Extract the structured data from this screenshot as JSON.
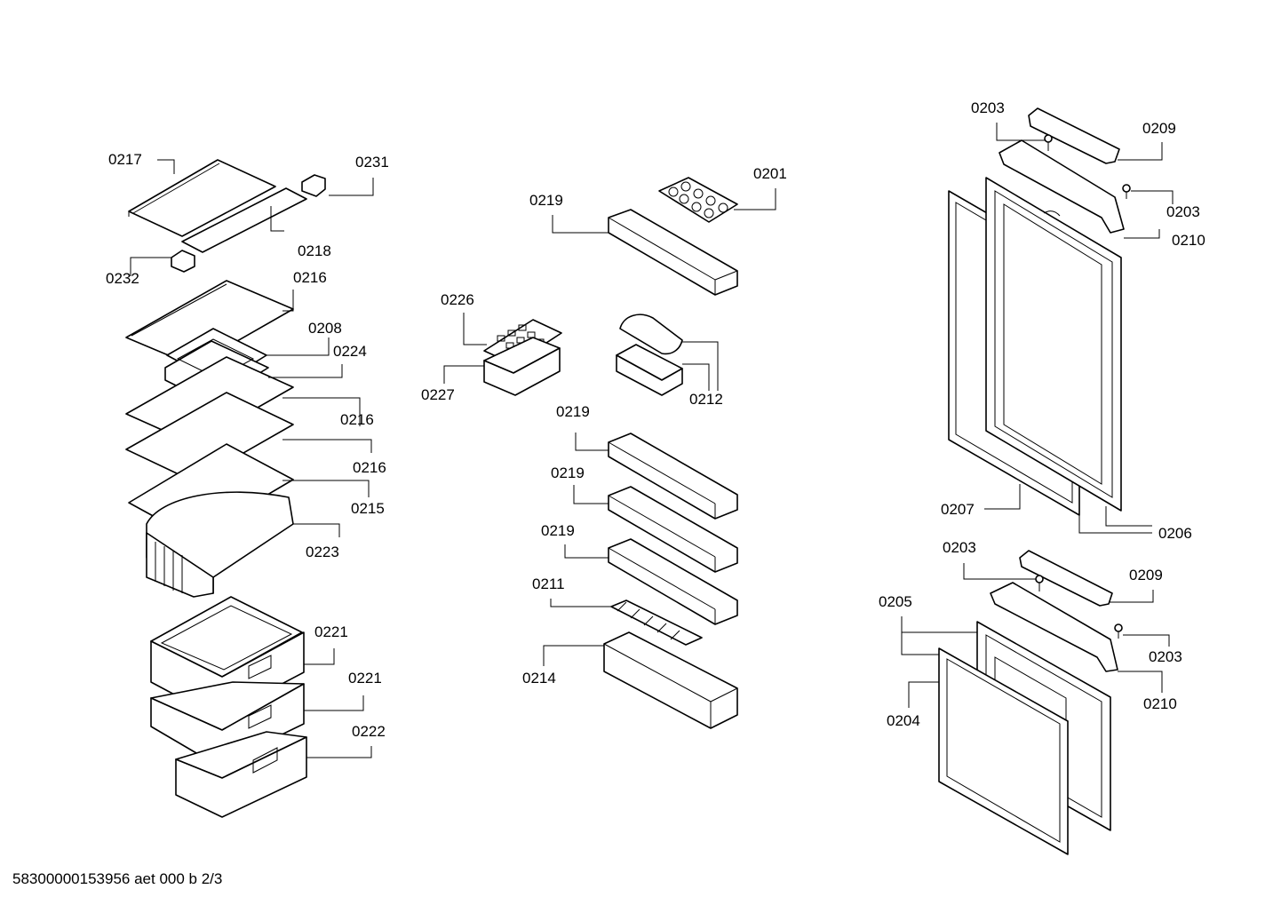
{
  "footer": {
    "text": "58300000153956 aet 000 b 2/3"
  },
  "labels": {
    "l0217": "0217",
    "l0231": "0231",
    "l0218": "0218",
    "l0232": "0232",
    "l0216a": "0216",
    "l0208": "0208",
    "l0224": "0224",
    "l0216b": "0216",
    "l0216c": "0216",
    "l0215": "0215",
    "l0223": "0223",
    "l0221a": "0221",
    "l0221b": "0221",
    "l0222": "0222",
    "l0201": "0201",
    "l0219a": "0219",
    "l0226": "0226",
    "l0227": "0227",
    "l0212": "0212",
    "l0219b": "0219",
    "l0219c": "0219",
    "l0219d": "0219",
    "l0211": "0211",
    "l0214": "0214",
    "l0203a": "0203",
    "l0209a": "0209",
    "l0203b": "0203",
    "l0210a": "0210",
    "l0207": "0207",
    "l0206": "0206",
    "l0203c": "0203",
    "l0209b": "0209",
    "l0205": "0205",
    "l0203d": "0203",
    "l0204": "0204",
    "l0210b": "0210"
  }
}
